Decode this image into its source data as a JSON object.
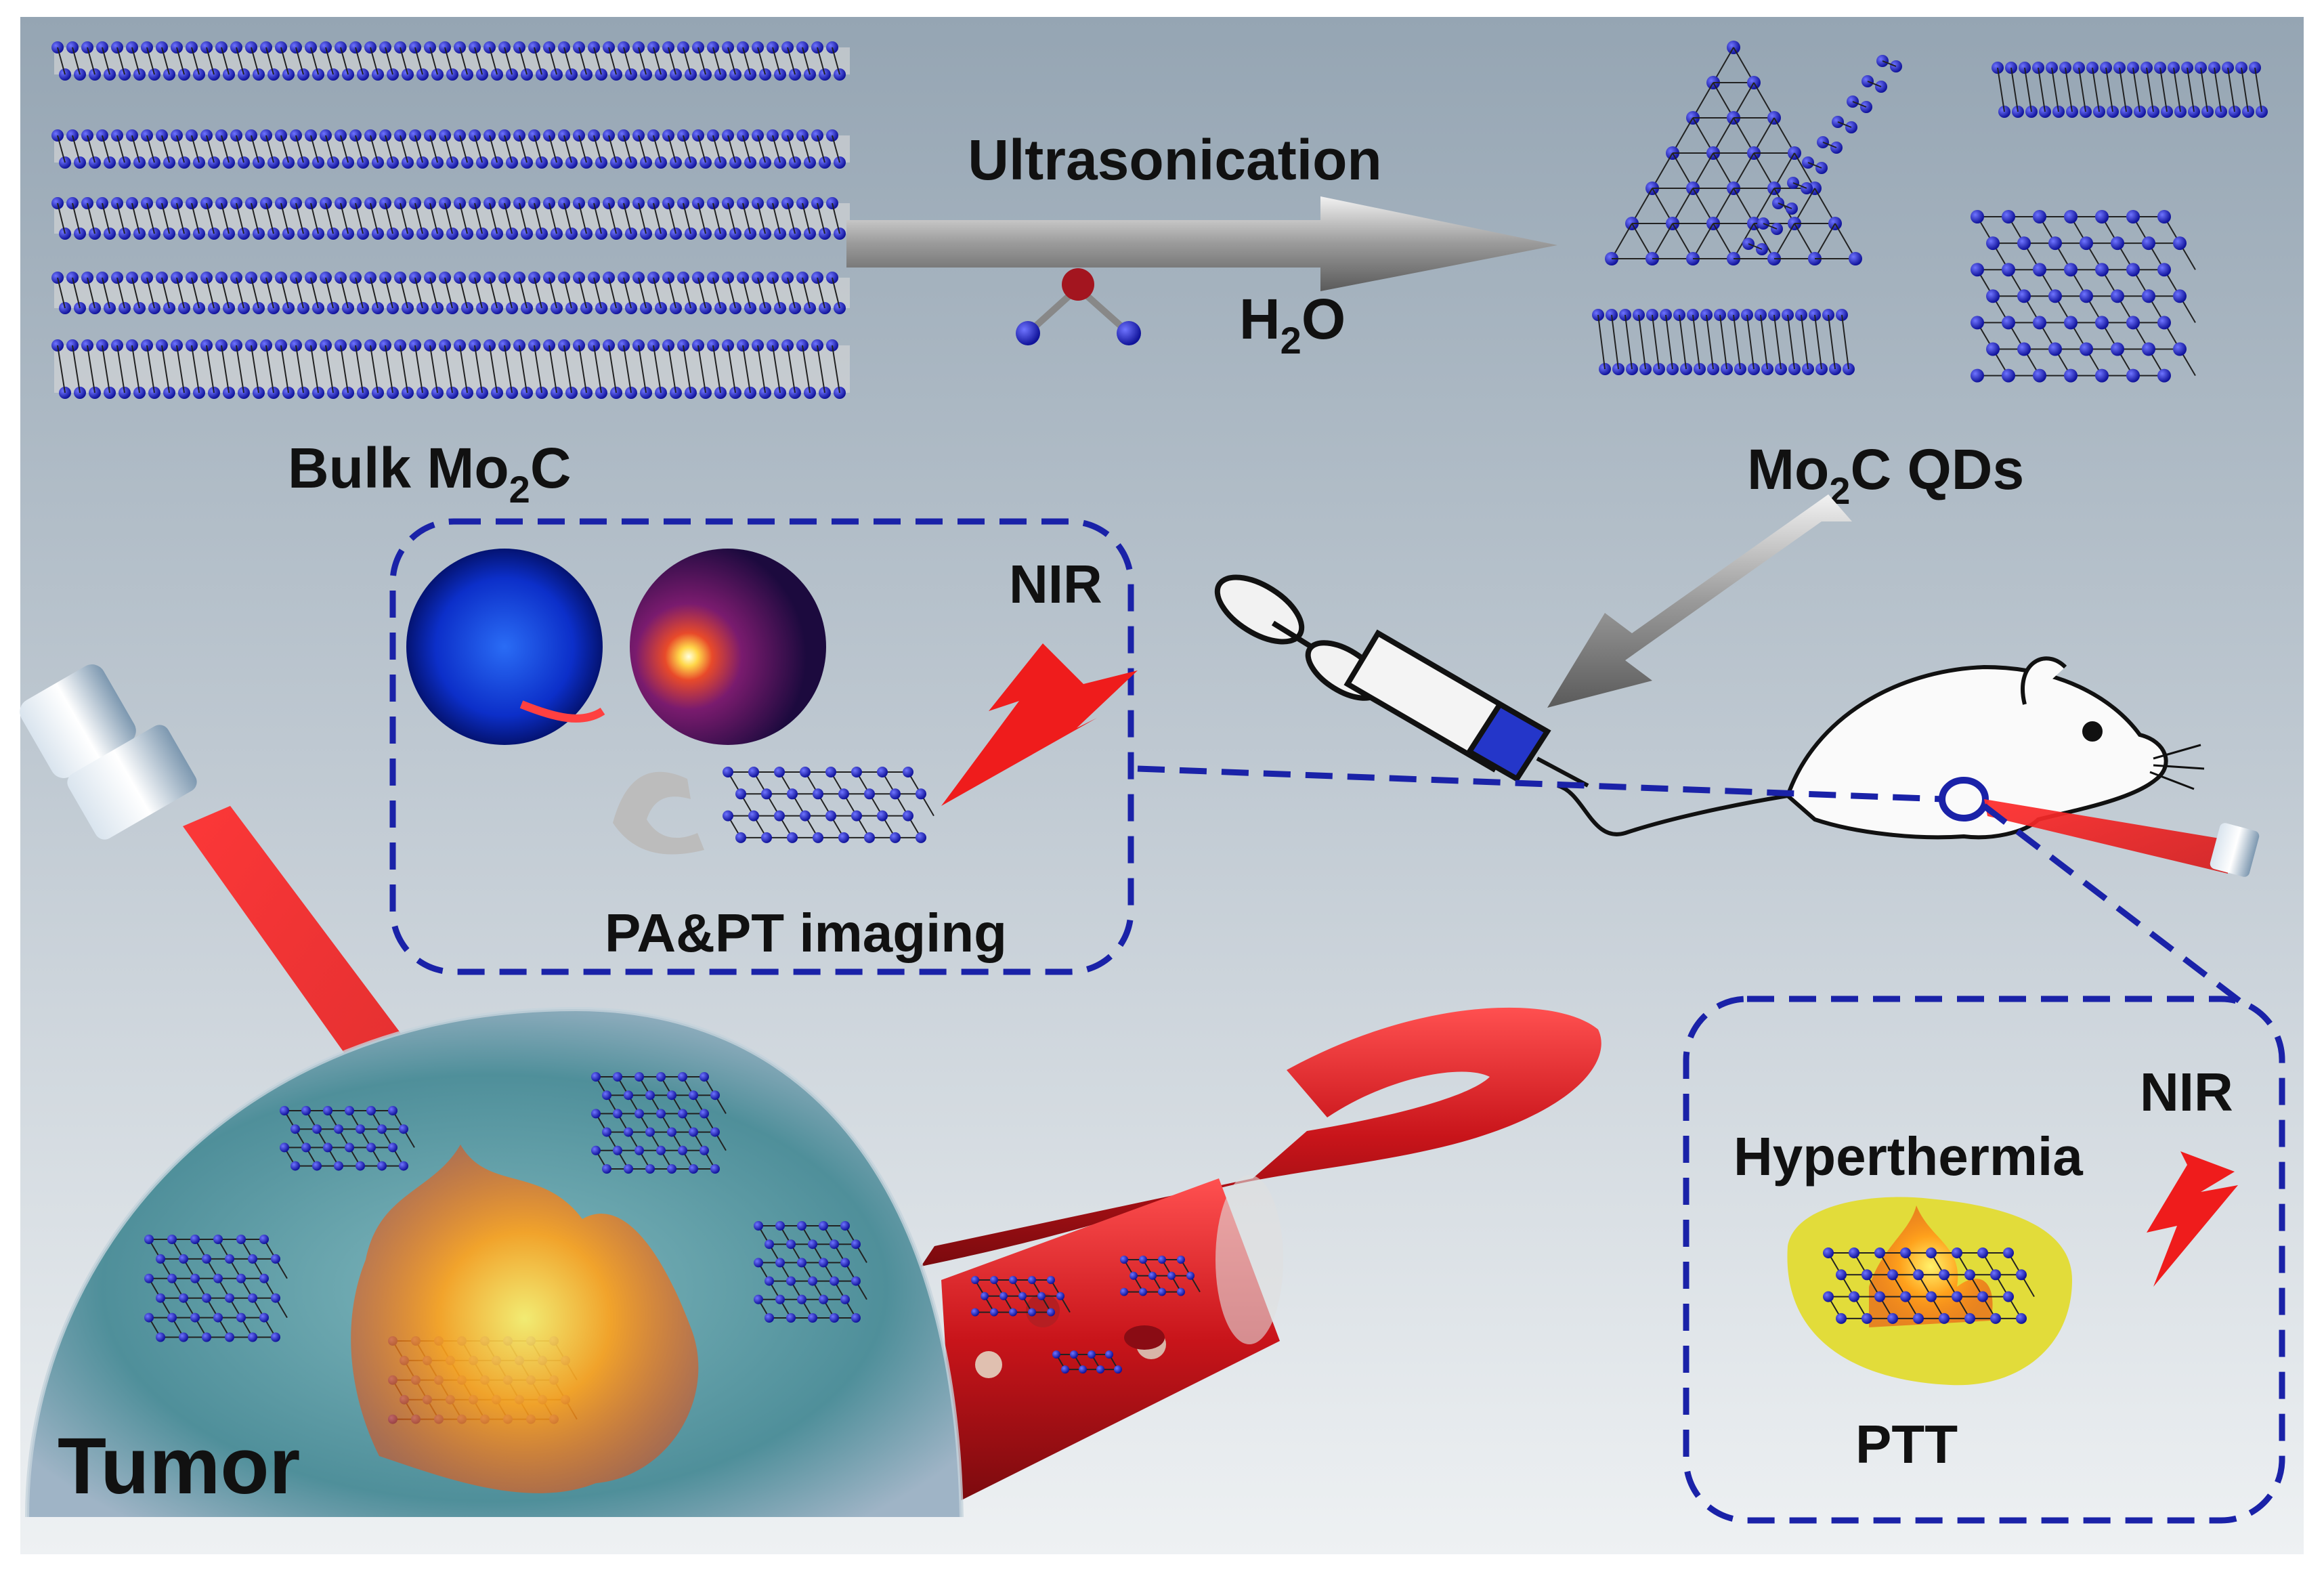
{
  "labels": {
    "ultrasonication": "Ultrasonication",
    "water_h": "H",
    "water_sub": "2",
    "water_o": "O",
    "bulk_prefix": "Bulk Mo",
    "bulk_sub": "2",
    "bulk_suffix": "C",
    "qds_prefix": "Mo",
    "qds_sub": "2",
    "qds_suffix": "C QDs",
    "nir_imaging": "NIR",
    "pa_pt_imaging": "PA&PT imaging",
    "nir_ptt": "NIR",
    "hyperthermia": "Hyperthermia",
    "ptt": "PTT",
    "tumor": "Tumor"
  },
  "colors": {
    "background_top": "#9aa9b6",
    "background_bottom": "#e6eaee",
    "mo_atom": "#1c1fb0",
    "dashed_box": "#1a22a8",
    "laser_red": "#e41b1b",
    "vessel_red": "#c8141a",
    "hyperthermia_yellow": "#e2dc3a",
    "tumor_teal": "#4f8f9a"
  }
}
